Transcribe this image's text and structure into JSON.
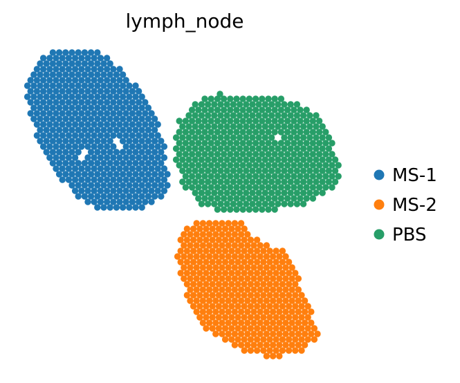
{
  "chart_data": {
    "type": "scatter",
    "title": "lymph_node",
    "xlabel": "",
    "ylabel": "",
    "axes_visible": false,
    "grid": false,
    "legend_position": "right",
    "spot_layout": "hexagonal grid of tissue spots",
    "series": [
      {
        "name": "MS-1",
        "color": "#1f77b4",
        "polygon": [
          [
            80,
            68
          ],
          [
            135,
            70
          ],
          [
            165,
            90
          ],
          [
            220,
            150
          ],
          [
            240,
            220
          ],
          [
            245,
            275
          ],
          [
            205,
            305
          ],
          [
            150,
            305
          ],
          [
            110,
            285
          ],
          [
            70,
            240
          ],
          [
            50,
            190
          ],
          [
            35,
            130
          ],
          [
            50,
            90
          ]
        ],
        "holes": [
          [
            172,
            208
          ],
          [
            121,
            225
          ]
        ]
      },
      {
        "name": "MS-2",
        "color": "#ff7f0e",
        "polygon": [
          [
            290,
            315
          ],
          [
            345,
            318
          ],
          [
            370,
            345
          ],
          [
            415,
            365
          ],
          [
            440,
            420
          ],
          [
            462,
            480
          ],
          [
            445,
            505
          ],
          [
            400,
            518
          ],
          [
            355,
            512
          ],
          [
            300,
            480
          ],
          [
            270,
            430
          ],
          [
            252,
            372
          ],
          [
            265,
            335
          ]
        ]
      },
      {
        "name": "PBS",
        "color": "#279e68",
        "polygon": [
          [
            290,
            143
          ],
          [
            410,
            143
          ],
          [
            450,
            158
          ],
          [
            470,
            178
          ],
          [
            492,
            235
          ],
          [
            492,
            260
          ],
          [
            465,
            285
          ],
          [
            430,
            300
          ],
          [
            350,
            310
          ],
          [
            295,
            300
          ],
          [
            265,
            270
          ],
          [
            250,
            230
          ],
          [
            258,
            175
          ],
          [
            278,
            152
          ]
        ],
        "holes": [
          [
            405,
            197
          ]
        ],
        "extra_points": [
          [
            318,
            136
          ]
        ]
      }
    ]
  }
}
